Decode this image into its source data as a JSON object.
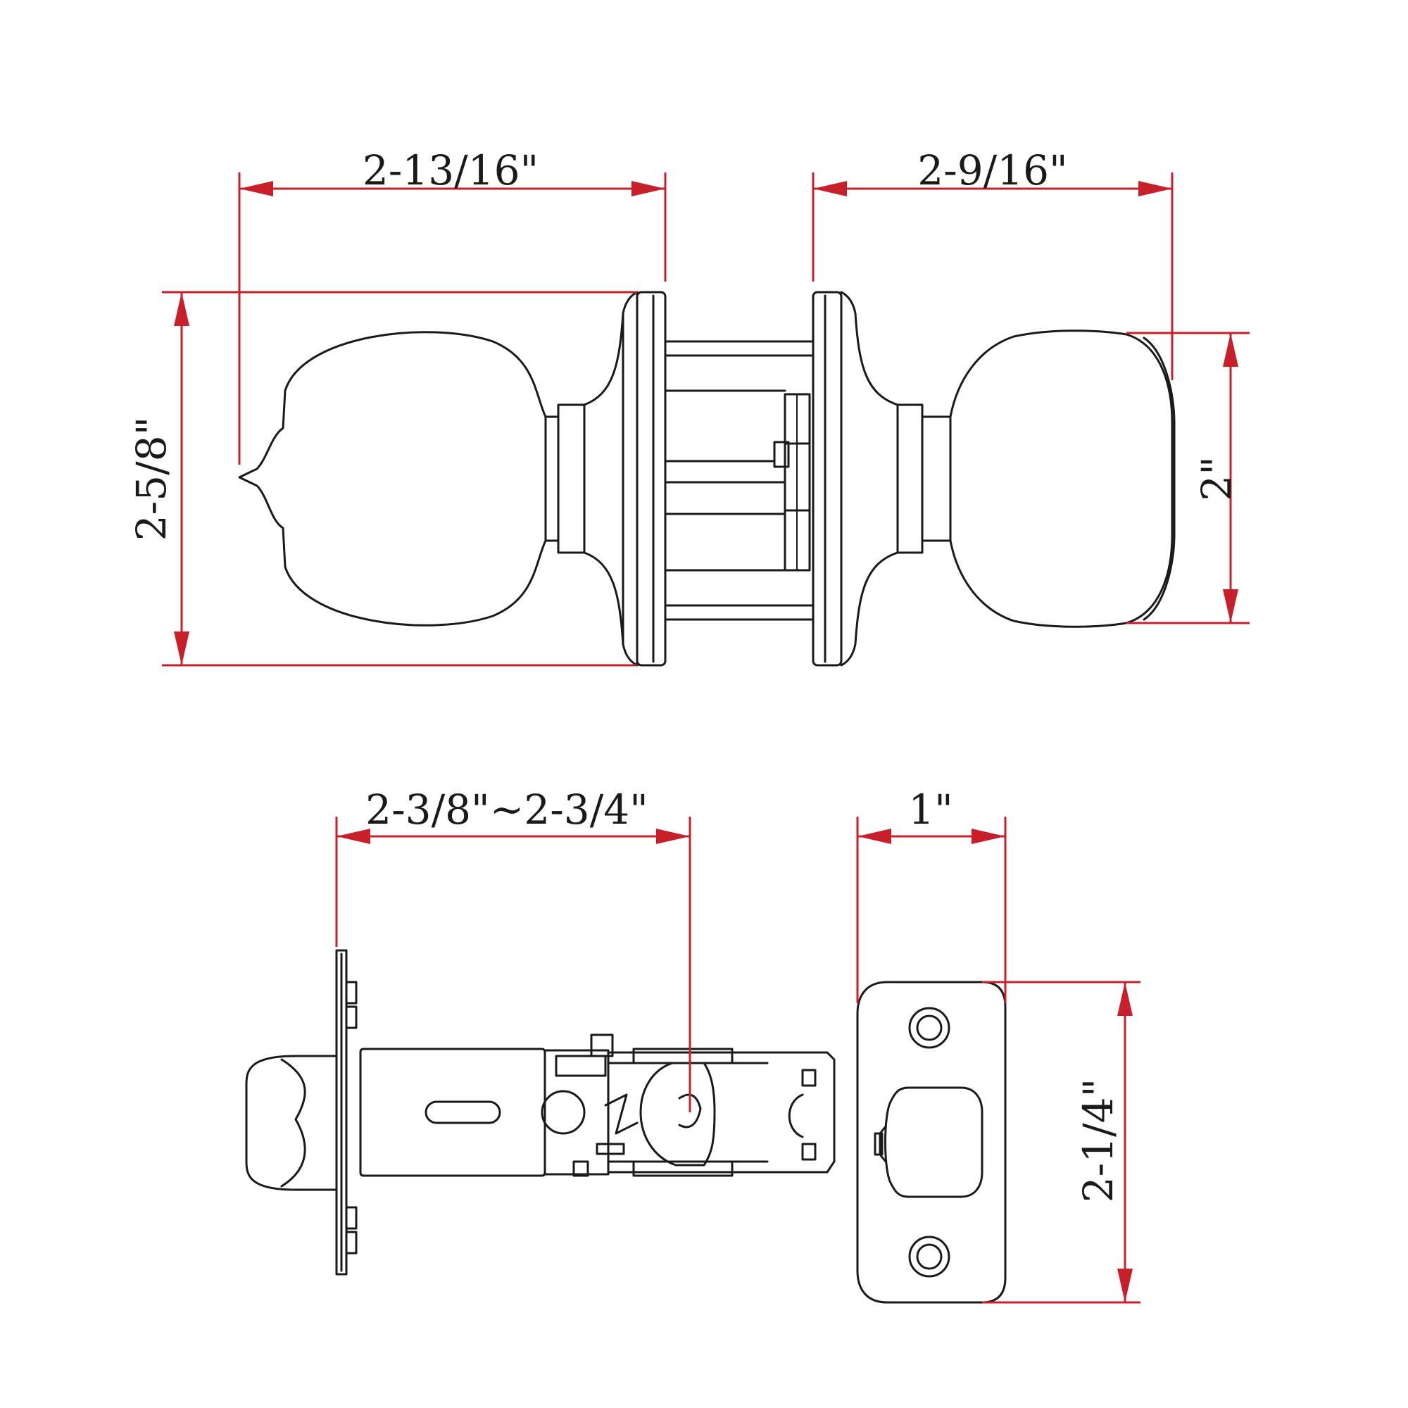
{
  "colors": {
    "dimension": "#c8202a",
    "ink": "#1a1a1a",
    "background": "#ffffff"
  },
  "dimensions": {
    "knob_length": "2-13/16\"",
    "rose_to_knob": "2-9/16\"",
    "rose_height": "2-5/8\"",
    "knob_diameter": "2\"",
    "backset": "2-3/8\"~2-3/4\"",
    "faceplate_width": "1\"",
    "faceplate_height": "2-1/4\""
  }
}
